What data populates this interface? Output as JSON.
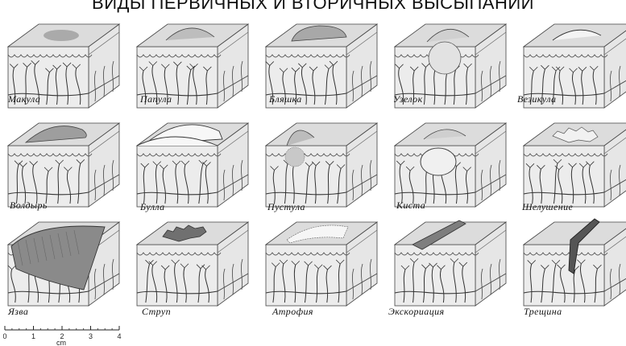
{
  "title": "ВИДЫ ПЕРВИЧНЫХ И ВТОРИЧНЫХ ВЫСЫПАНИЙ",
  "rows": [
    [
      {
        "label": "Макула",
        "lesion": "macule-icon"
      },
      {
        "label": "Папула",
        "lesion": "papule-icon"
      },
      {
        "label": "Бляшка",
        "lesion": "plaque-icon"
      },
      {
        "label": "Узелок",
        "lesion": "nodule-icon"
      },
      {
        "label": "Везикула",
        "lesion": "vesicle-icon"
      }
    ],
    [
      {
        "label": "Волдырь",
        "lesion": "wheal-icon"
      },
      {
        "label": "Булла",
        "lesion": "bulla-icon"
      },
      {
        "label": "Пустула",
        "lesion": "pustule-icon"
      },
      {
        "label": "Киста",
        "lesion": "cyst-icon"
      },
      {
        "label": "Шелушение",
        "lesion": "scale-icon"
      }
    ],
    [
      {
        "label": "Язва",
        "lesion": "ulcer-icon"
      },
      {
        "label": "Струп",
        "lesion": "crust-icon"
      },
      {
        "label": "Атрофия",
        "lesion": "atrophy-icon"
      },
      {
        "label": "Экскориация",
        "lesion": "excoriation-icon"
      },
      {
        "label": "Трещина",
        "lesion": "fissure-icon"
      }
    ]
  ],
  "scale_bar": {
    "ticks": [
      "0",
      "1",
      "2",
      "3",
      "4"
    ],
    "unit": "cm"
  }
}
